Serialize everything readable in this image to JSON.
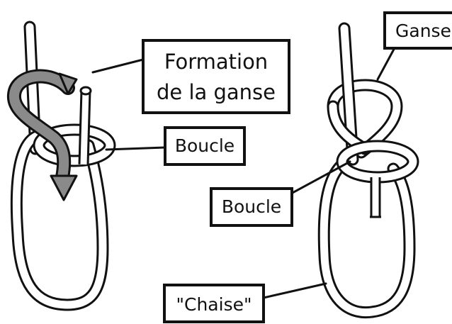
{
  "labels": {
    "formation_line1": "Formation",
    "formation_line2": "de la ganse",
    "boucle_left": "Boucle",
    "ganse": "Ganse",
    "boucle_right": "Boucle",
    "chaise": "\"Chaise\""
  },
  "colors": {
    "ink": "#111111",
    "rope_fill": "#ffffff",
    "arrow_fill": "#8a8a8a",
    "background": "#ffffff"
  }
}
